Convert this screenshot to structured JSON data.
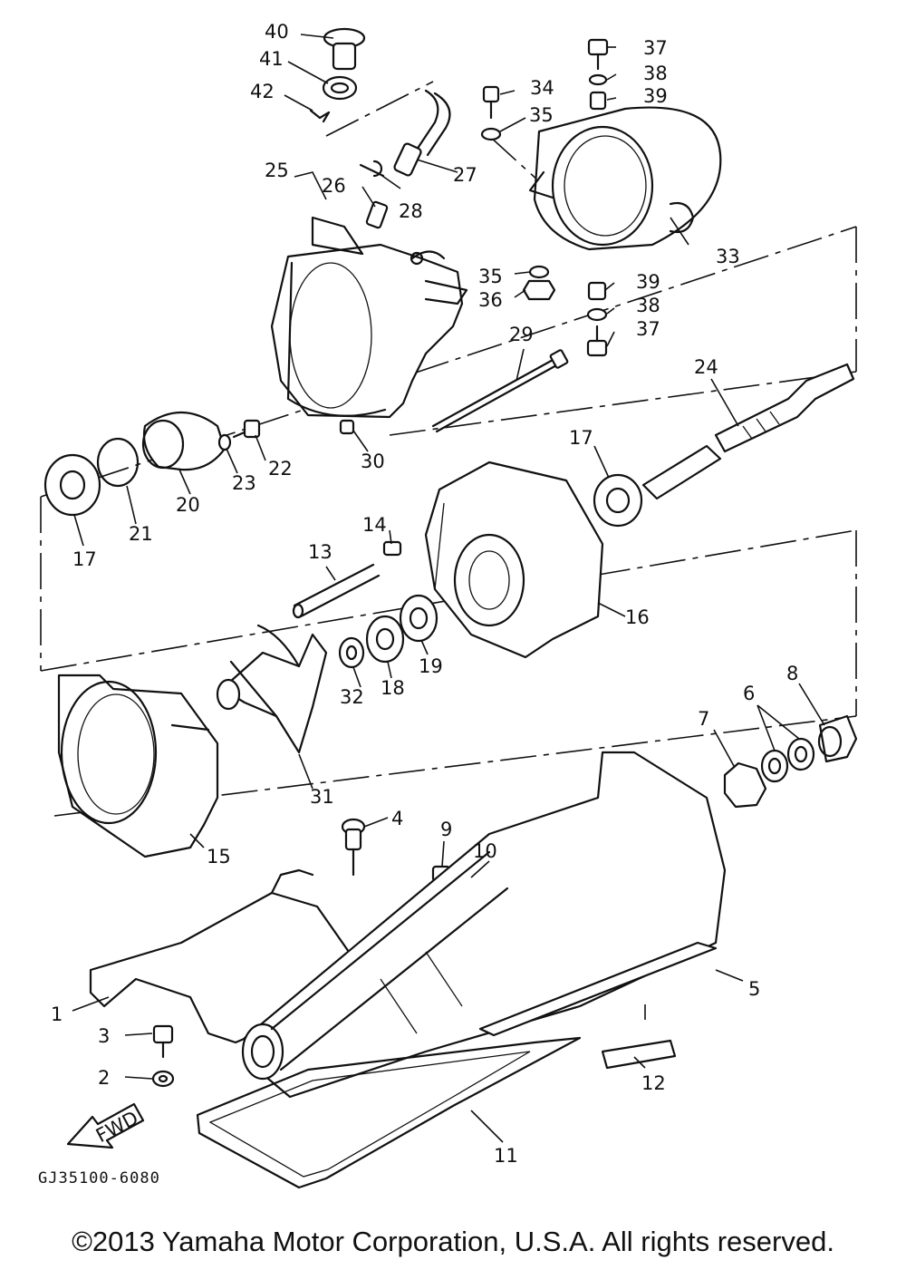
{
  "diagram": {
    "document_code": "GJ35100-6080",
    "copyright": "©2013 Yamaha Motor Corporation, U.S.A. All rights reserved.",
    "direction_arrow": "FWD",
    "callouts": {
      "c1": "1",
      "c2": "2",
      "c3": "3",
      "c4": "4",
      "c5": "5",
      "c6": "6",
      "c7": "7",
      "c8": "8",
      "c9": "9",
      "c10": "10",
      "c11": "11",
      "c12": "12",
      "c13": "13",
      "c14": "14",
      "c15": "15",
      "c16": "16",
      "c17a": "17",
      "c17b": "17",
      "c18": "18",
      "c19": "19",
      "c20": "20",
      "c21": "21",
      "c22": "22",
      "c23": "23",
      "c24": "24",
      "c25": "25",
      "c26": "26",
      "c27": "27",
      "c28": "28",
      "c29": "29",
      "c30": "30",
      "c31": "31",
      "c32": "32",
      "c33": "33",
      "c34": "34",
      "c35a": "35",
      "c35b": "35",
      "c36": "36",
      "c37a": "37",
      "c37b": "37",
      "c38a": "38",
      "c38b": "38",
      "c39a": "39",
      "c39b": "39",
      "c40": "40",
      "c41": "41",
      "c42": "42"
    }
  }
}
